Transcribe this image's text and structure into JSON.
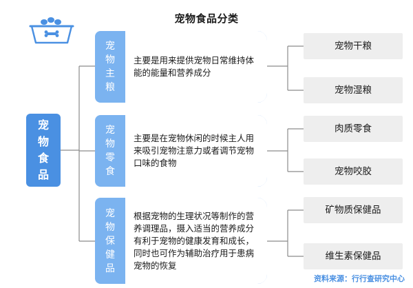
{
  "title": "宠物食品分类",
  "root": "宠物食品",
  "categories": [
    {
      "label": "宠物主粮",
      "description": "主要是用来提供宠物日常维持体能的能量和营养成分",
      "children": [
        "宠物干粮",
        "宠物湿粮"
      ]
    },
    {
      "label": "宠物零食",
      "description": "主要是在宠物休闲的时候主人用来吸引宠物注意力或者调节宠物口味的食物",
      "children": [
        "肉质零食",
        "宠物咬胶"
      ]
    },
    {
      "label": "宠物保健品",
      "description": "根据宠物的生理状况等制作的营养调理品，摄入适当的营养成分有利于宠物的健康发育和成长，同时也可作为辅助治疗用于患病宠物的恢复",
      "children": [
        "矿物质保健品",
        "维生素保健品"
      ]
    }
  ],
  "footer": "资料来源：行行查研究中心",
  "colors": {
    "root": "#4a90e2",
    "category": "#7bb3f0",
    "border": "#8fbdf2",
    "leaf": "#eeeeee",
    "line": "#8a8a8a"
  },
  "icons": {
    "logo": "pet-bowl-icon"
  }
}
